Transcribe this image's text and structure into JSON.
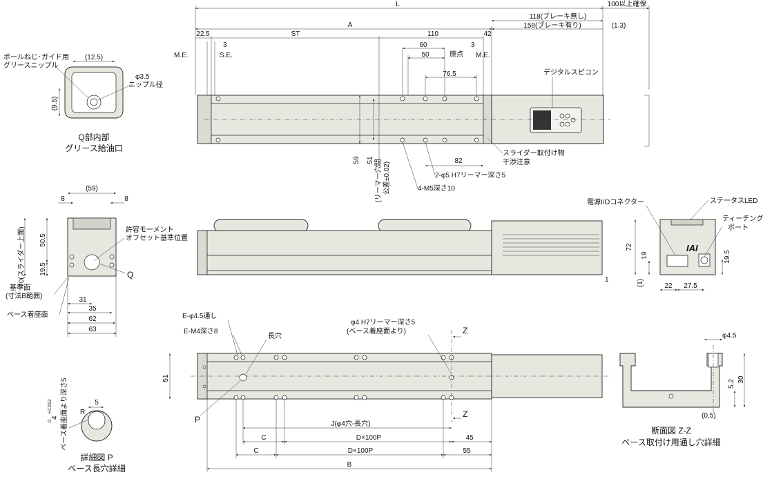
{
  "top_view": {
    "dims": {
      "L": "L",
      "brake_none": "118(ブレーキ無し)",
      "brake_yes": "158(ブレーキ有り)",
      "clearance": "100以上確保",
      "d13": "(1.3)",
      "A": "A",
      "d22_5": "22.5",
      "ST": "ST",
      "d110": "110",
      "d42": "42",
      "d3a": "3",
      "d3b": "3",
      "ME_left": "M.E.",
      "SE": "S.E.",
      "d60": "60",
      "d50": "50",
      "origin": "原点",
      "ME_right": "M.E.",
      "d76_5": "76.5",
      "d82": "82",
      "d59": "59",
      "d51": "51",
      "reamer_pitch": "(リーマー穴間",
      "tolerance": "公差±0.02)"
    },
    "notes": {
      "digital_speed": "デジタルスピコン",
      "slider_note_1": "スライダー取付け物",
      "slider_note_2": "干渉注意",
      "reamer_hole": "2-φ5 H7リーマー深さ5",
      "tap_hole": "4-M5深さ10"
    }
  },
  "q_detail": {
    "grease_1": "ボールねじ･ガイド用",
    "grease_2": "グリースニップル",
    "d12_5": "(12.5)",
    "d9_5": "(9.5)",
    "nipple_1": "φ3.5",
    "nipple_2": "ニップル径",
    "caption_1": "Q部内部",
    "caption_2": "グリース給油口"
  },
  "end_view": {
    "d59": "(59)",
    "d8a": "8",
    "d8b": "8",
    "d70": "70(スライダー上面)",
    "d50_5": "50.5",
    "d19_5": "19.5",
    "moment_1": "許容モーメント",
    "moment_2": "オフセット基準位置",
    "Q": "Q",
    "ref_1": "基準面",
    "ref_2": "(寸法B範囲)",
    "base_mount": "ベース着座面",
    "d31": "31",
    "d35": "35",
    "d62": "62",
    "d63": "63"
  },
  "side_view": {
    "d1": "1"
  },
  "right_end": {
    "power_io": "電源I/Oコネクター",
    "status_led": "ステータスLED",
    "teach_1": "ティーチング",
    "teach_2": "ポート",
    "logo": "IAI",
    "d72": "72",
    "d19": "19",
    "d1p": "(1)",
    "d22": "22",
    "d27_5": "27.5",
    "d19_5": "19.5"
  },
  "bottom_view": {
    "e_hole": "E-φ4.5通し",
    "e_tap": "E-M4深さ8",
    "long_hole": "長穴",
    "reamer_1": "φ4 H7リーマー深さ5",
    "reamer_2": "(ベース着座面より)",
    "Z_top": "Z",
    "Z_bot": "Z",
    "d51": "51",
    "P": "P",
    "J": "J(φ4穴-長穴)",
    "C1": "C",
    "DX1": "D×100P",
    "d45": "45",
    "C2": "C",
    "DX2": "D×100P",
    "d55": "55",
    "B": "B"
  },
  "p_detail": {
    "depth_1": "4",
    "depth_tol": "+0.012",
    "depth_tol0": "0",
    "depth_2": "ベース着座面より深さ5",
    "d5": "5",
    "R": "R",
    "caption_1": "詳細図 P",
    "caption_2": "ベース長穴詳細"
  },
  "section_zz": {
    "d4_5": "φ4.5",
    "d30": "30",
    "d5_2": "5.2",
    "d0_5": "(0.5)",
    "caption_1": "断面図 Z-Z",
    "caption_2": "ベース取付け用通し穴詳細"
  }
}
